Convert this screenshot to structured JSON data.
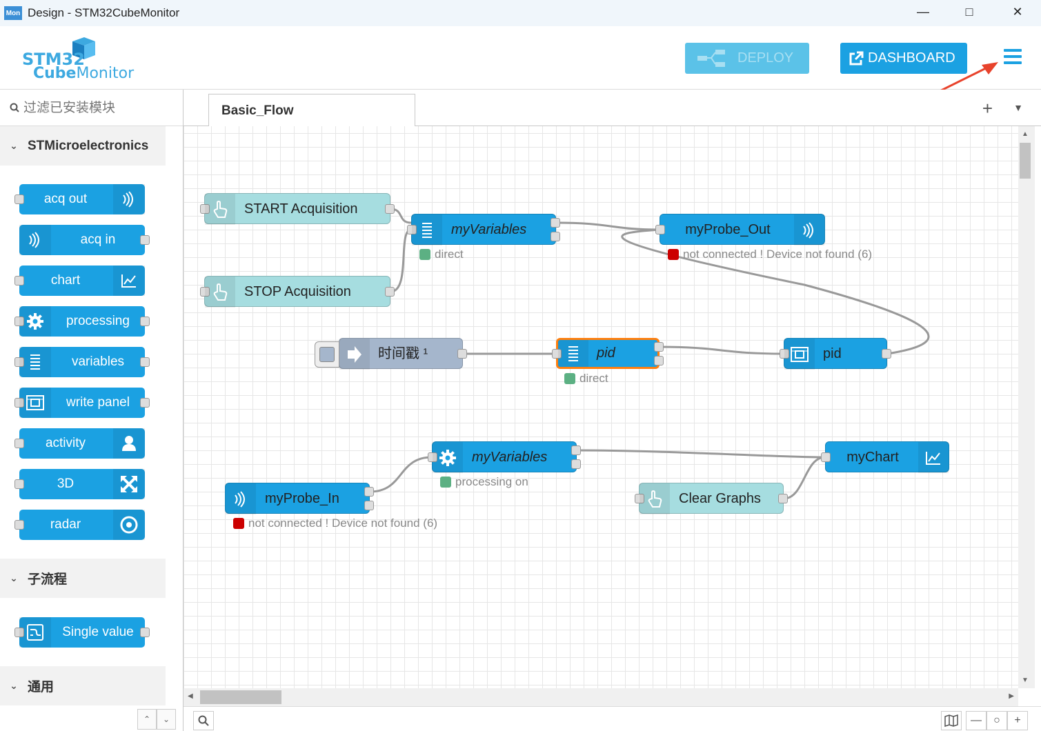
{
  "window": {
    "title": "Design - STM32CubeMonitor",
    "app_icon": "Mon"
  },
  "header": {
    "logo_top": "STM32",
    "logo_bottom_a": "Cube",
    "logo_bottom_b": "Monitor",
    "deploy_label": "DEPLOY",
    "dashboard_label": "DASHBOARD"
  },
  "sidebar": {
    "filter_placeholder": "过滤已安装模块",
    "categories": [
      {
        "label": "STMicroelectronics"
      },
      {
        "label": "子流程"
      },
      {
        "label": "通用"
      }
    ],
    "stm_nodes": [
      "acq out",
      "acq in",
      "chart",
      "processing",
      "variables",
      "write panel",
      "activity",
      "3D",
      "radar"
    ],
    "subflow_nodes": [
      "Single value"
    ]
  },
  "workspace": {
    "tab": "Basic_Flow"
  },
  "flow": {
    "nodes": [
      {
        "label": "START Acquisition"
      },
      {
        "label": "STOP Acquisition"
      },
      {
        "label": "myVariables",
        "status": "direct"
      },
      {
        "label": "myProbe_Out",
        "status": "not connected ! Device not found (6)"
      },
      {
        "label": "时间戳 ¹"
      },
      {
        "label": "pid",
        "status": "direct"
      },
      {
        "label": "pid"
      },
      {
        "label": "myVariables",
        "status": "processing on"
      },
      {
        "label": "myChart"
      },
      {
        "label": "myProbe_In",
        "status": "not connected ! Device not found (6)"
      },
      {
        "label": "Clear Graphs"
      }
    ]
  }
}
